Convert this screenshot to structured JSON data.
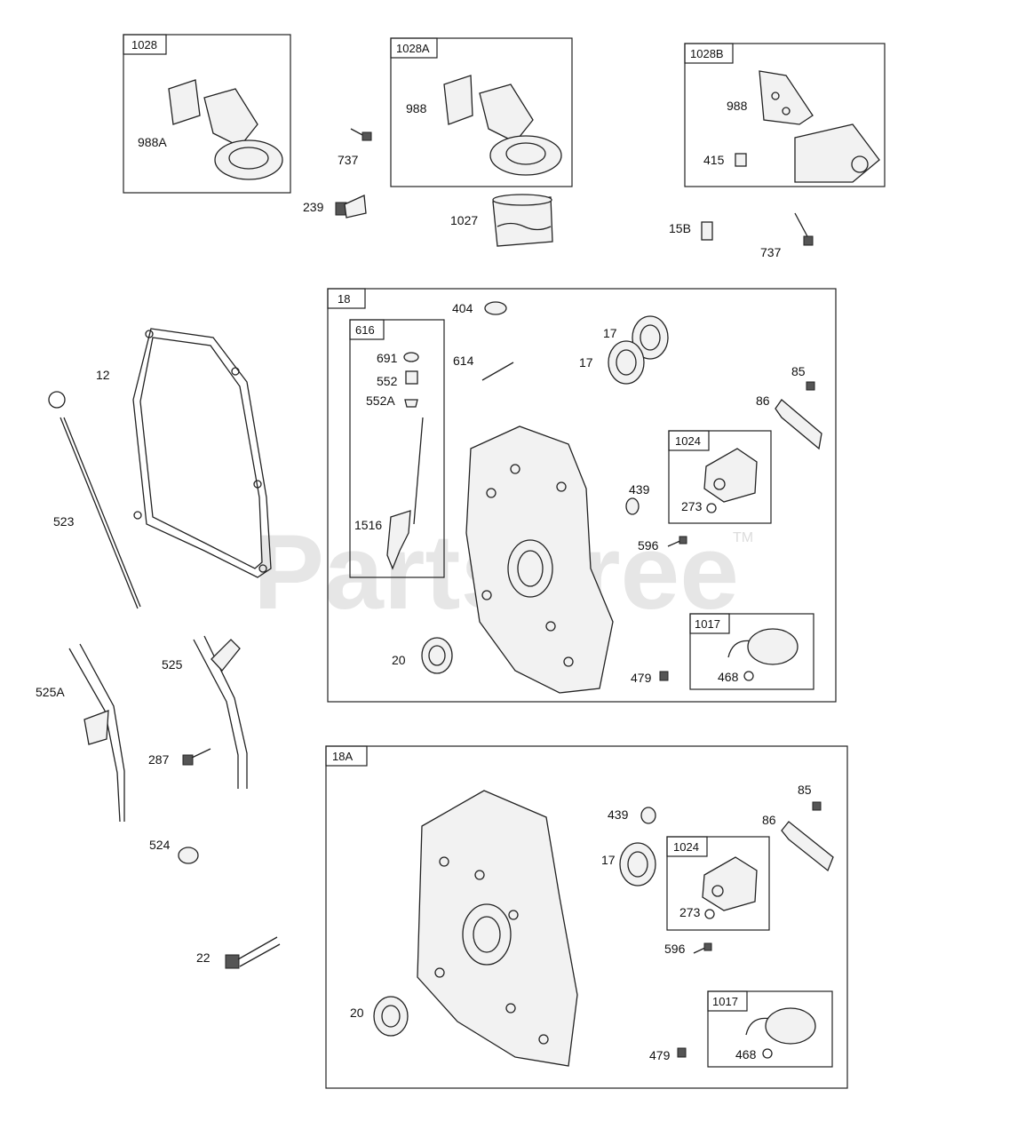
{
  "watermark": "PartsTree",
  "trademark": "TM",
  "groups": {
    "g1028": "1028",
    "g1028a": "1028A",
    "g1028b": "1028B",
    "g18": "18",
    "g616": "616",
    "g1024": "1024",
    "g1017": "1017",
    "g18a": "18A",
    "g1024b": "1024",
    "g1017b": "1017"
  },
  "labels": {
    "p988a": "988A",
    "p737a": "737",
    "p988_1": "988",
    "p988_2": "988",
    "p415": "415",
    "p239": "239",
    "p1027": "1027",
    "p15b": "15B",
    "p737b": "737",
    "p404": "404",
    "p691": "691",
    "p552": "552",
    "p552a": "552A",
    "p614": "614",
    "p17a": "17",
    "p17b": "17",
    "p85a": "85",
    "p86a": "86",
    "p12": "12",
    "p1516": "1516",
    "p439a": "439",
    "p273a": "273",
    "p596a": "596",
    "p523": "523",
    "p20a": "20",
    "p479a": "479",
    "p468a": "468",
    "p525a": "525A",
    "p525": "525",
    "p287": "287",
    "p524": "524",
    "p22": "22",
    "p85b": "85",
    "p86b": "86",
    "p439b": "439",
    "p17c": "17",
    "p273b": "273",
    "p596b": "596",
    "p20b": "20",
    "p479b": "479",
    "p468b": "468"
  }
}
